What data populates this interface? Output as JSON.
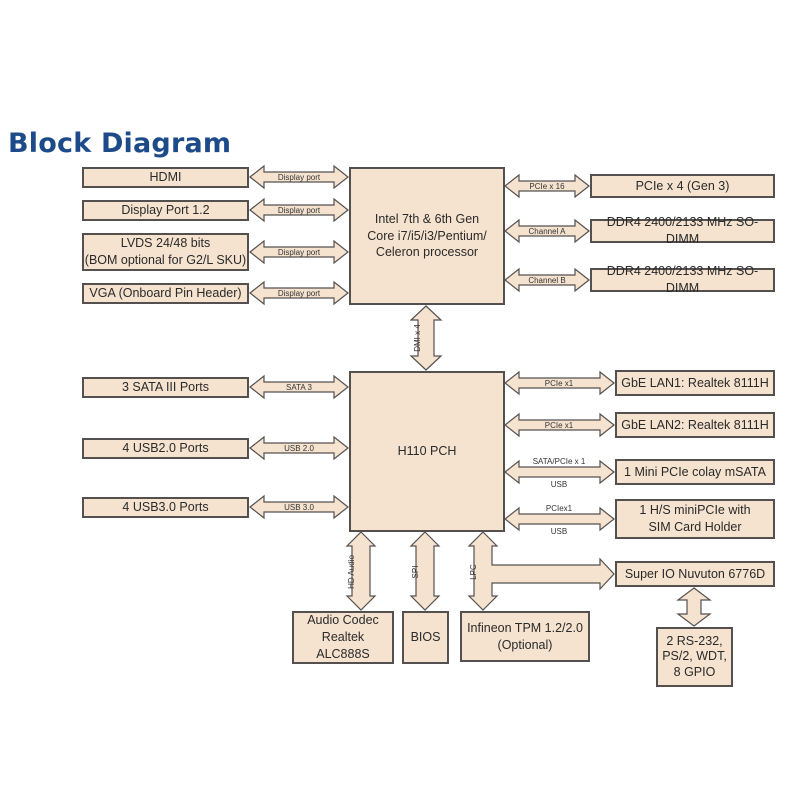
{
  "title": "Block Diagram",
  "colors": {
    "title": "#1d4b8a",
    "box_fill": "#f5e3cf",
    "box_border": "#555050"
  },
  "cpu": {
    "label": "Intel 7th & 6th Gen\nCore i7/i5/i3/Pentium/\nCeleron processor"
  },
  "pch": {
    "label": "H110 PCH"
  },
  "cpu_left": [
    {
      "box": "HDMI",
      "bus": "Display port"
    },
    {
      "box": "Display Port 1.2",
      "bus": "Display port"
    },
    {
      "box": "LVDS 24/48 bits\n(BOM optional for G2/L SKU)",
      "bus": "Display port"
    },
    {
      "box": "VGA (Onboard Pin Header)",
      "bus": "Display port"
    }
  ],
  "cpu_right": [
    {
      "box": "PCIe x 4 (Gen 3)",
      "bus": "PCIe x 16"
    },
    {
      "box": "DDR4 2400/2133 MHz SO-DIMM",
      "bus": "Channel A"
    },
    {
      "box": "DDR4 2400/2133 MHz SO-DIMM",
      "bus": "Channel B"
    }
  ],
  "cpu_pch_link": "DMI x 4",
  "pch_left": [
    {
      "box": "3 SATA III Ports",
      "bus": "SATA 3"
    },
    {
      "box": "4 USB2.0 Ports",
      "bus": "USB 2.0"
    },
    {
      "box": "4 USB3.0 Ports",
      "bus": "USB 3.0"
    }
  ],
  "pch_right": [
    {
      "box": "GbE LAN1: Realtek 8111H",
      "bus": "PCIe x1",
      "bus2": ""
    },
    {
      "box": "GbE LAN2: Realtek 8111H",
      "bus": "PCIe x1",
      "bus2": ""
    },
    {
      "box": "1 Mini PCIe colay mSATA",
      "bus": "SATA/PCIe x 1",
      "bus2": "USB"
    },
    {
      "box": "1 H/S miniPCIe with\nSIM Card Holder",
      "bus": "PCIex1",
      "bus2": "USB"
    }
  ],
  "pch_bottom": [
    {
      "box": "Audio Codec\nRealtek ALC888S",
      "bus": "HD Audio"
    },
    {
      "box": "BIOS",
      "bus": "SPI"
    },
    {
      "box": "Infineon TPM 1.2/2.0\n(Optional)",
      "bus": "LPC"
    }
  ],
  "superio": {
    "box": "Super IO Nuvuton 6776D"
  },
  "superio_out": {
    "box": "2 RS-232,\nPS/2, WDT,\n8 GPIO"
  }
}
